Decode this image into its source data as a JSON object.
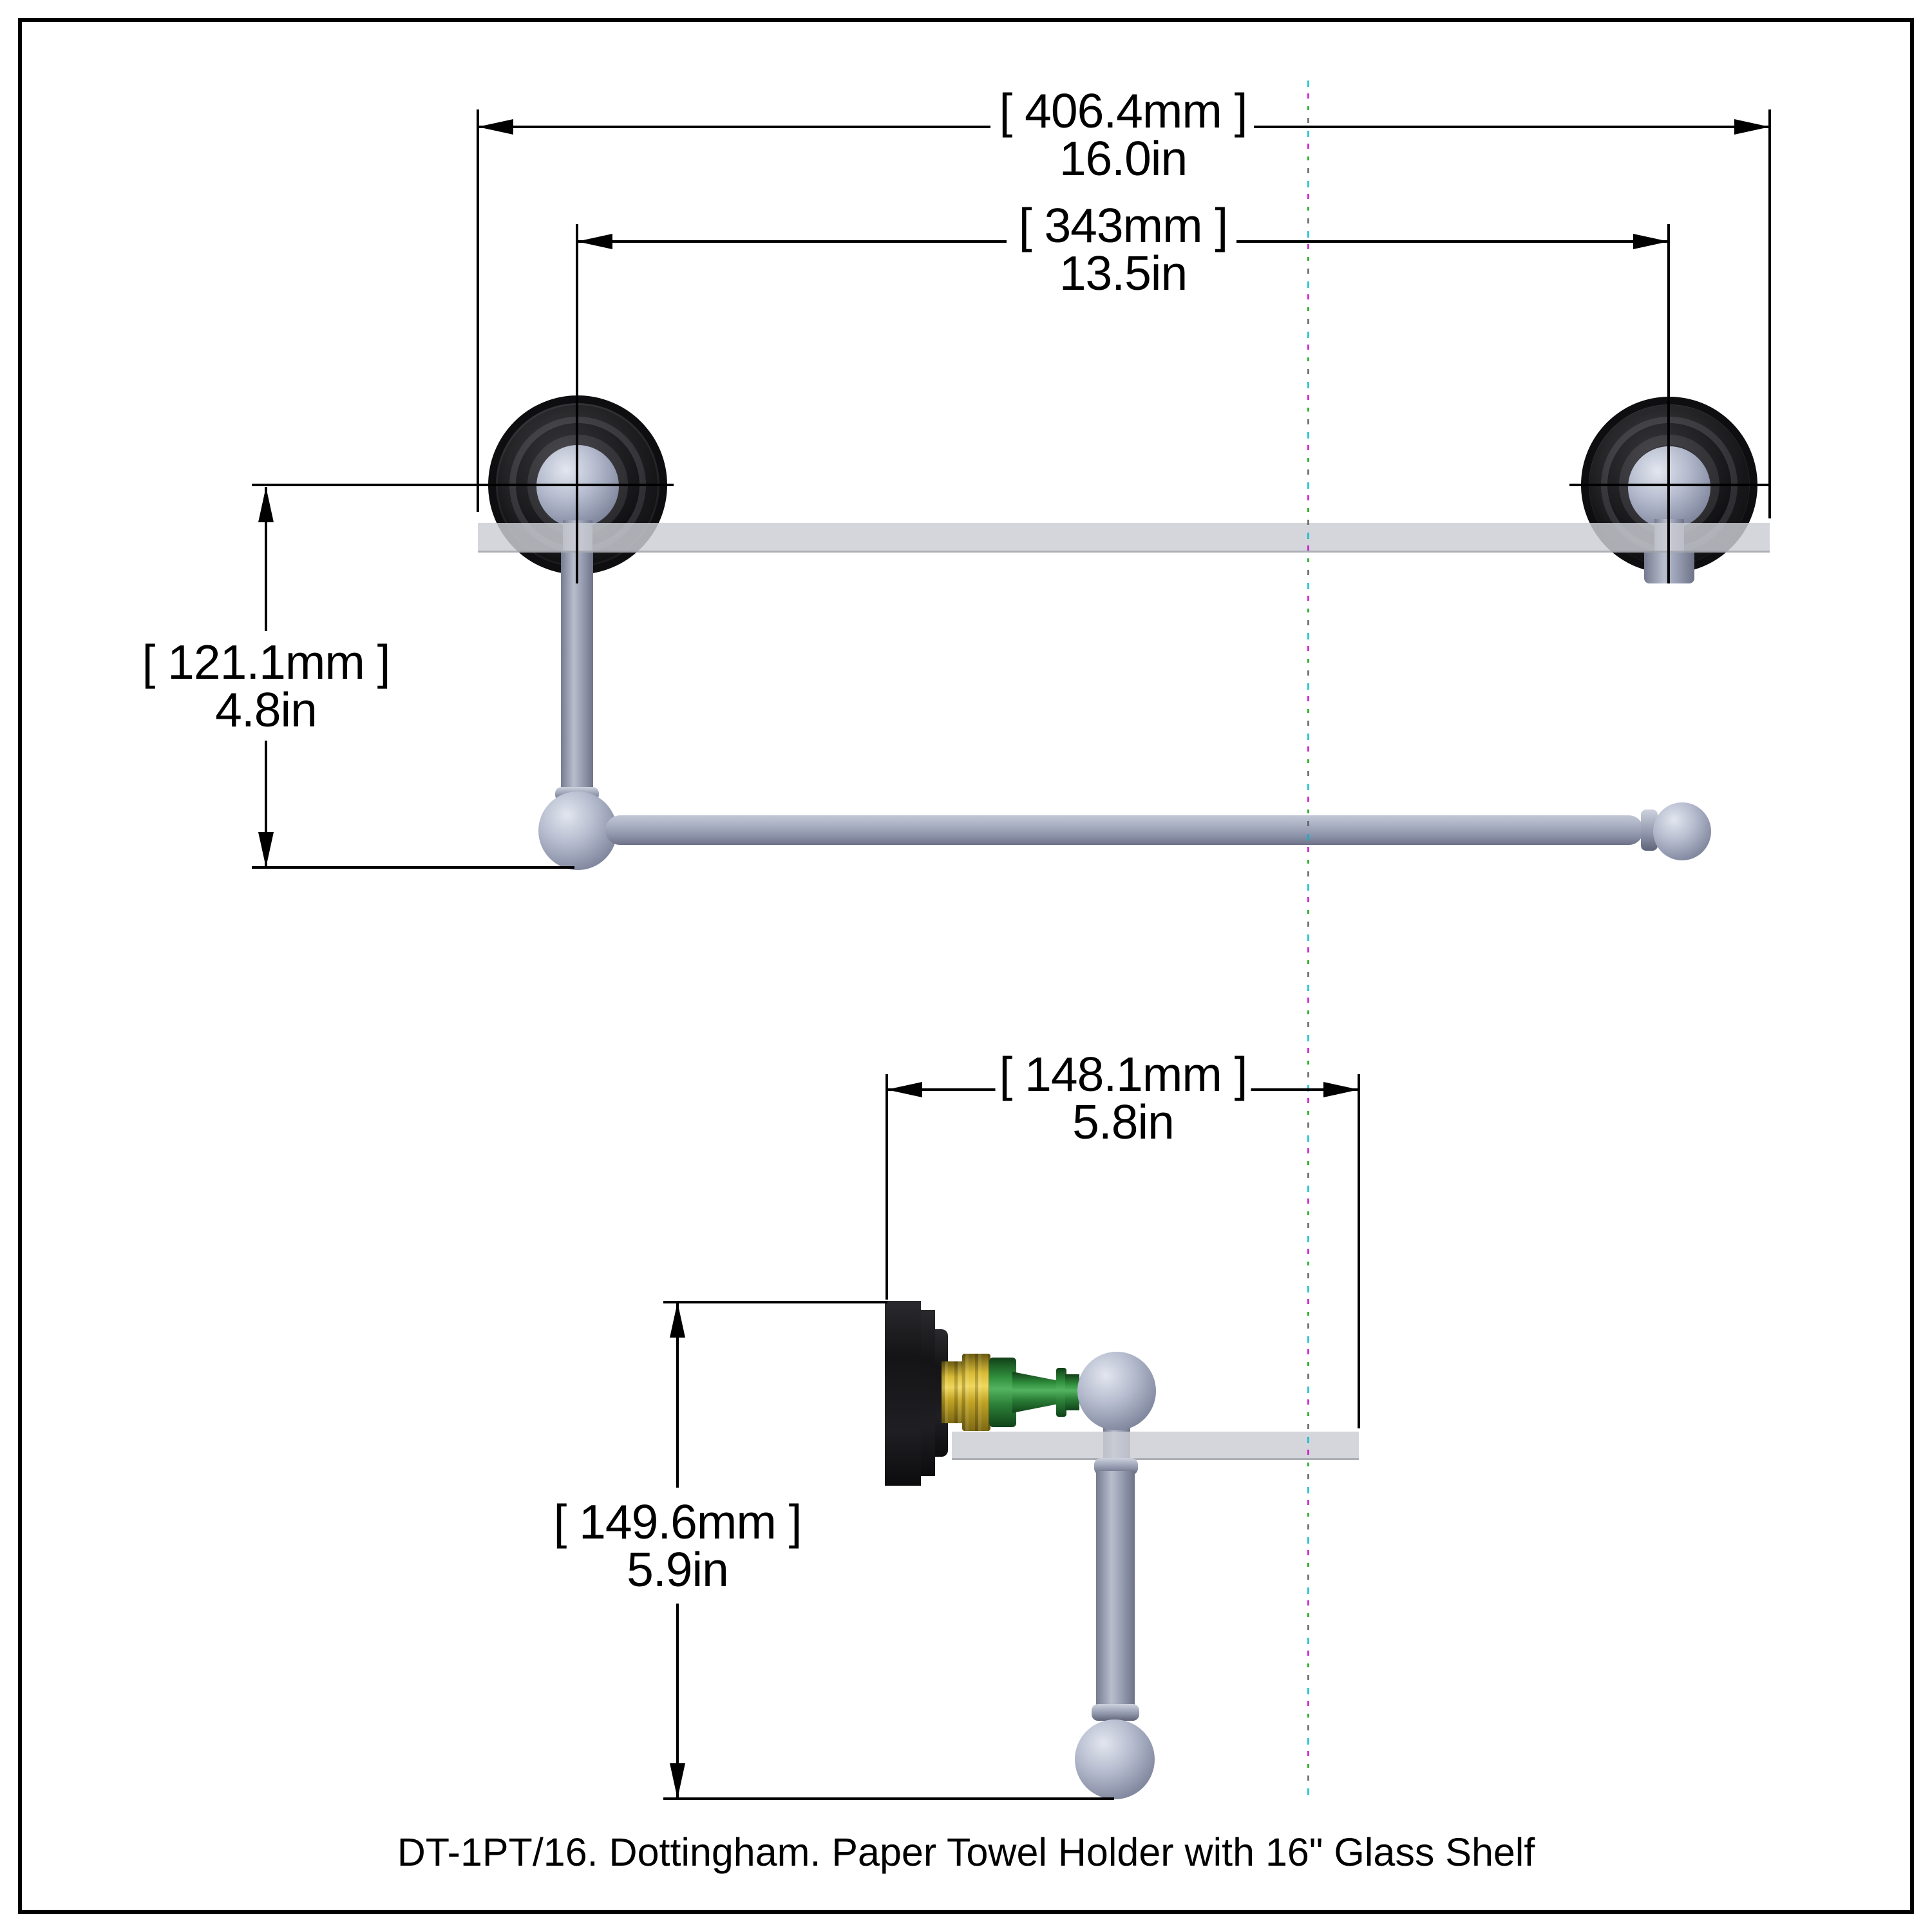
{
  "page": {
    "caption": "DT-1PT/16. Dottingham. Paper Towel Holder with 16\" Glass Shelf",
    "background": "#ffffff",
    "border_color": "#000000"
  },
  "dimensions": {
    "overall_width": {
      "mm": "[ 406.4mm ]",
      "inches": "16.0in"
    },
    "mount_spacing": {
      "mm": "[ 343mm ]",
      "inches": "13.5in"
    },
    "bar_drop": {
      "mm": "[ 121.1mm ]",
      "inches": "4.8in"
    },
    "depth": {
      "mm": "[ 148.1mm ]",
      "inches": "5.8in"
    },
    "overall_height": {
      "mm": "[ 149.6mm ]",
      "inches": "5.9in"
    }
  },
  "colors": {
    "line": "#000000",
    "backplate_black": "#1b1b1d",
    "metal_gray": "#a6acbf",
    "glass_shelf": "#cbced5",
    "accent_yellow": "#c8a625",
    "accent_green": "#2e8b3d",
    "centerline_cyan": "#00b8c8",
    "centerline_magenta": "#c400c4",
    "centerline_green": "#00a000"
  }
}
